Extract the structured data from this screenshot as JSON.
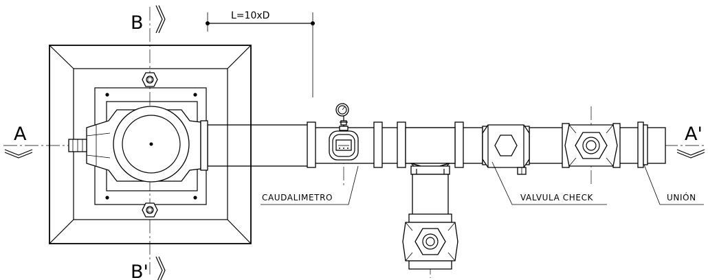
{
  "drawing": {
    "section_marks": {
      "a_left": "A",
      "a_right": "A'",
      "b_top": "B",
      "b_bottom": "B'"
    },
    "dimension": "L=10xD",
    "callouts": {
      "flowmeter": "CAUDALIMETRO",
      "check_valve": "VALVULA CHECK",
      "union": "UNIÓN"
    }
  }
}
